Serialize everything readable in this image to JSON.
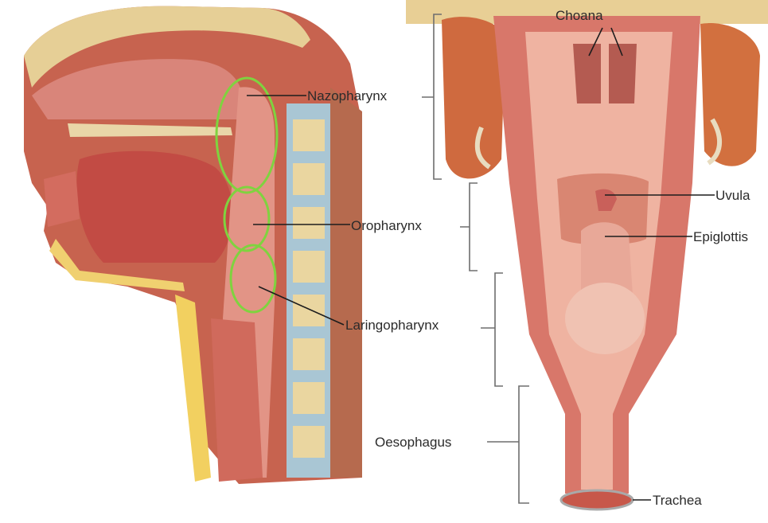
{
  "labels": {
    "nazopharynx": "Nazopharynx",
    "oropharynx": "Oropharynx",
    "laringopharynx": "Laringopharynx",
    "choana": "Choana",
    "uvula": "Uvula",
    "epiglottis": "Epiglottis",
    "oesophagus": "Oesophagus",
    "trachea": "Trachea"
  },
  "colors": {
    "muscle": "#c9534a",
    "mucosa": "#e79a8a",
    "bone": "#e9d6a8",
    "fat": "#f2d060",
    "highlight": "#7fd33f",
    "lumen": "#f4b8a6"
  }
}
